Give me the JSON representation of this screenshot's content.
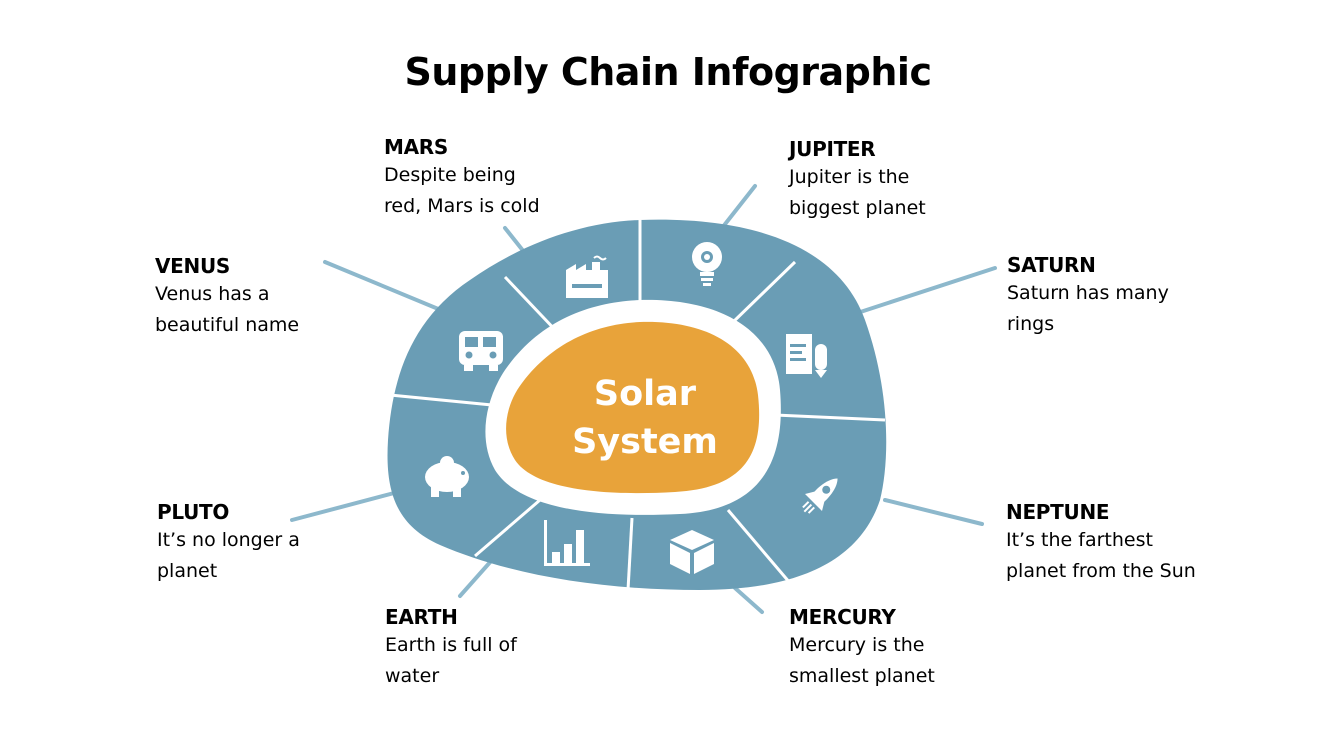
{
  "title": "Supply Chain Infographic",
  "center": {
    "line1": "Solar",
    "line2": "System"
  },
  "colors": {
    "ring": "#6a9db5",
    "core": "#e8a33a",
    "connector": "#8db8cc",
    "gap": "#ffffff"
  },
  "items": [
    {
      "name": "MARS",
      "desc1": "Despite being",
      "desc2": "red, Mars is cold",
      "icon": "factory-icon"
    },
    {
      "name": "JUPITER",
      "desc1": "Jupiter is the",
      "desc2": "biggest planet",
      "icon": "lightbulb-gear-icon"
    },
    {
      "name": "VENUS",
      "desc1": "Venus has a",
      "desc2": "beautiful name",
      "icon": "truck-icon"
    },
    {
      "name": "SATURN",
      "desc1": "Saturn has many",
      "desc2": "rings",
      "icon": "document-pencil-icon"
    },
    {
      "name": "PLUTO",
      "desc1": "It’s no longer a",
      "desc2": "planet",
      "icon": "piggy-bank-icon"
    },
    {
      "name": "NEPTUNE",
      "desc1": "It’s the farthest",
      "desc2": "planet from the Sun",
      "icon": "rocket-icon"
    },
    {
      "name": "EARTH",
      "desc1": "Earth is full of",
      "desc2": "water",
      "icon": "bar-chart-icon"
    },
    {
      "name": "MERCURY",
      "desc1": "Mercury is the",
      "desc2": "smallest planet",
      "icon": "box-icon"
    }
  ]
}
